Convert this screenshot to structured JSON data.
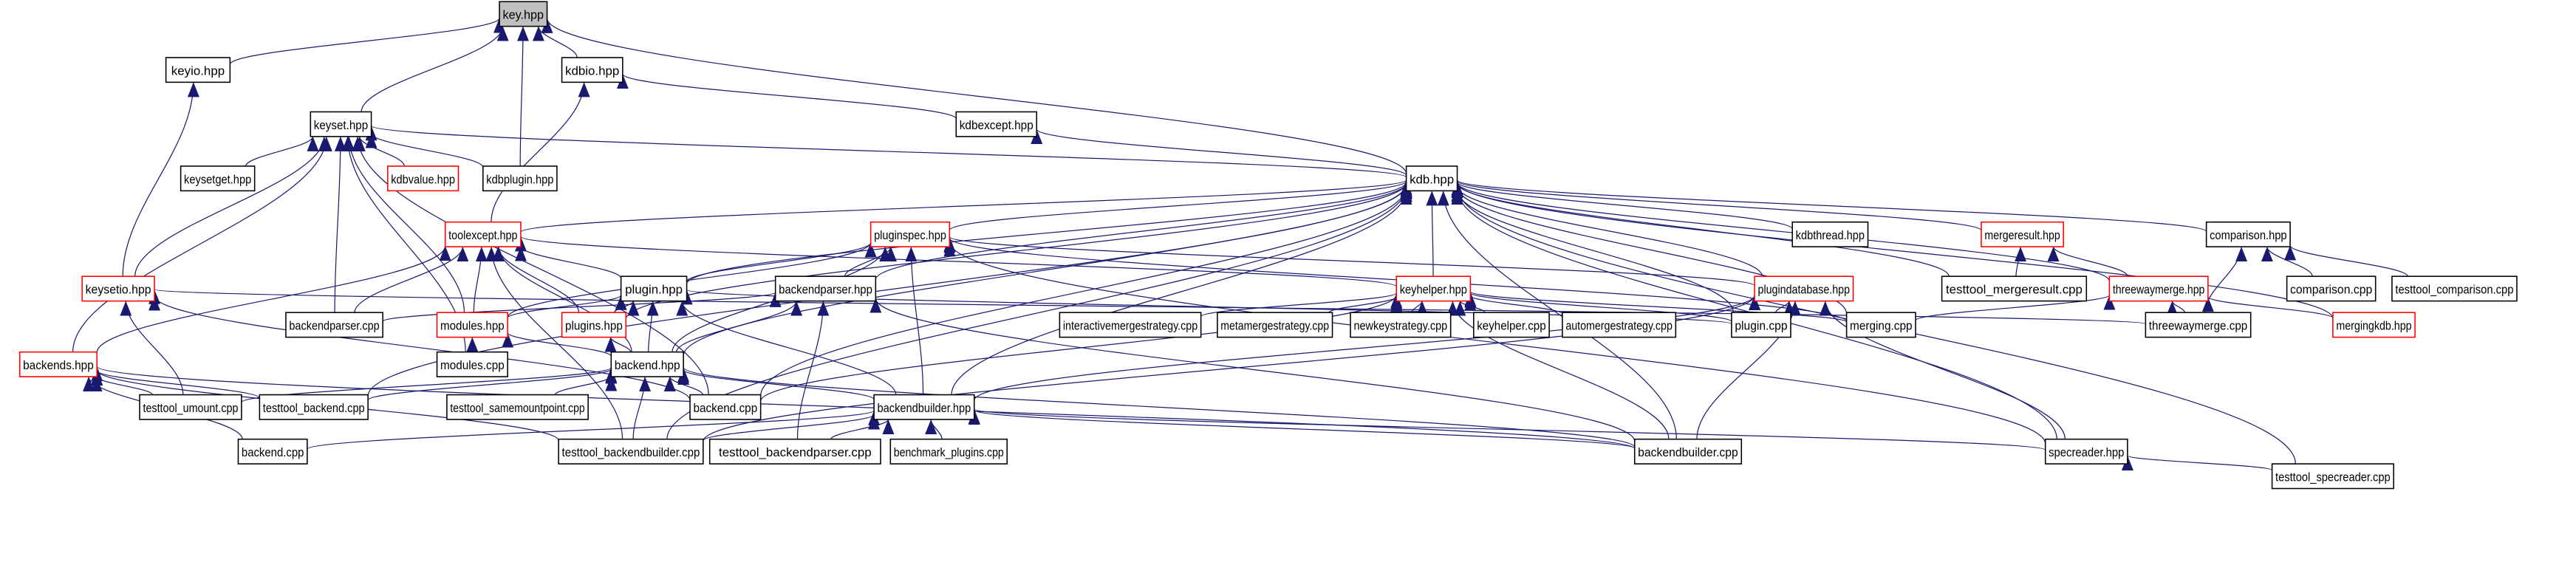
{
  "colors": {
    "edge": "#191970",
    "highlight_border": "#ff0000",
    "root_fill": "#bfbfbf",
    "normal_border": "#000000"
  },
  "nodes": [
    {
      "id": "key_hpp",
      "label": "key.hpp",
      "root": true
    },
    {
      "id": "keyio_hpp",
      "label": "keyio.hpp"
    },
    {
      "id": "kdbio_hpp",
      "label": "kdbio.hpp"
    },
    {
      "id": "keyset_hpp",
      "label": "keyset.hpp"
    },
    {
      "id": "kdbexcept_hpp",
      "label": "kdbexcept.hpp"
    },
    {
      "id": "keysetget_hpp",
      "label": "keysetget.hpp"
    },
    {
      "id": "kdbvalue_hpp",
      "label": "kdbvalue.hpp",
      "highlight": true
    },
    {
      "id": "kdbplugin_hpp",
      "label": "kdbplugin.hpp"
    },
    {
      "id": "kdb_hpp",
      "label": "kdb.hpp"
    },
    {
      "id": "toolexcept_hpp",
      "label": "toolexcept.hpp",
      "highlight": true
    },
    {
      "id": "pluginspec_hpp",
      "label": "pluginspec.hpp",
      "highlight": true
    },
    {
      "id": "kdbthread_hpp",
      "label": "kdbthread.hpp"
    },
    {
      "id": "mergeresult_hpp",
      "label": "mergeresult.hpp",
      "highlight": true
    },
    {
      "id": "comparison_hpp",
      "label": "comparison.hpp"
    },
    {
      "id": "keysetio_hpp",
      "label": "keysetio.hpp",
      "highlight": true
    },
    {
      "id": "plugin_hpp",
      "label": "plugin.hpp"
    },
    {
      "id": "backendparser_hpp",
      "label": "backendparser.hpp"
    },
    {
      "id": "keyhelper_hpp",
      "label": "keyhelper.hpp",
      "highlight": true
    },
    {
      "id": "plugindatabase_hpp",
      "label": "plugindatabase.hpp",
      "highlight": true
    },
    {
      "id": "testtool_mergeresult_cpp",
      "label": "testtool_mergeresult.cpp"
    },
    {
      "id": "threewaymerge_hpp",
      "label": "threewaymerge.hpp",
      "highlight": true
    },
    {
      "id": "comparison_cpp",
      "label": "comparison.cpp"
    },
    {
      "id": "testtool_comparison_cpp",
      "label": "testtool_comparison.cpp"
    },
    {
      "id": "backendparser_cpp",
      "label": "backendparser.cpp"
    },
    {
      "id": "modules_hpp",
      "label": "modules.hpp",
      "highlight": true
    },
    {
      "id": "plugins_hpp",
      "label": "plugins.hpp",
      "highlight": true
    },
    {
      "id": "interactivemergestrategy_cpp",
      "label": "interactivemergestrategy.cpp"
    },
    {
      "id": "metamergestrategy_cpp",
      "label": "metamergestrategy.cpp"
    },
    {
      "id": "newkeystrategy_cpp",
      "label": "newkeystrategy.cpp"
    },
    {
      "id": "keyhelper_cpp",
      "label": "keyhelper.cpp"
    },
    {
      "id": "automergestrategy_cpp",
      "label": "automergestrategy.cpp"
    },
    {
      "id": "plugin_cpp",
      "label": "plugin.cpp"
    },
    {
      "id": "merging_cpp",
      "label": "merging.cpp"
    },
    {
      "id": "threewaymerge_cpp",
      "label": "threewaymerge.cpp"
    },
    {
      "id": "mergingkdb_hpp",
      "label": "mergingkdb.hpp",
      "highlight": true
    },
    {
      "id": "backends_hpp",
      "label": "backends.hpp",
      "highlight": true
    },
    {
      "id": "modules_cpp",
      "label": "modules.cpp"
    },
    {
      "id": "backend_hpp",
      "label": "backend.hpp"
    },
    {
      "id": "testtool_umount_cpp",
      "label": "testtool_umount.cpp"
    },
    {
      "id": "testtool_backend_cpp",
      "label": "testtool_backend.cpp"
    },
    {
      "id": "testtool_samemountpoint_cpp",
      "label": "testtool_samemountpoint.cpp"
    },
    {
      "id": "backend_cpp_b",
      "label": "backend.cpp"
    },
    {
      "id": "backendbuilder_hpp",
      "label": "backendbuilder.hpp"
    },
    {
      "id": "backend_cpp_a",
      "label": "backend.cpp"
    },
    {
      "id": "testtool_backendbuilder_cpp",
      "label": "testtool_backendbuilder.cpp"
    },
    {
      "id": "testtool_backendparser_cpp",
      "label": "testtool_backendparser.cpp"
    },
    {
      "id": "benchmark_plugins_cpp",
      "label": "benchmark_plugins.cpp"
    },
    {
      "id": "backendbuilder_cpp",
      "label": "backendbuilder.cpp"
    },
    {
      "id": "specreader_hpp",
      "label": "specreader.hpp"
    },
    {
      "id": "testtool_specreader_cpp",
      "label": "testtool_specreader.cpp"
    }
  ],
  "edges": [
    [
      "keyio_hpp",
      "key_hpp"
    ],
    [
      "keyset_hpp",
      "key_hpp"
    ],
    [
      "kdbplugin_hpp",
      "key_hpp"
    ],
    [
      "kdbio_hpp",
      "key_hpp"
    ],
    [
      "kdb_hpp",
      "key_hpp"
    ],
    [
      "keysetio_hpp",
      "keyio_hpp"
    ],
    [
      "toolexcept_hpp",
      "kdbio_hpp"
    ],
    [
      "kdbexcept_hpp",
      "kdbio_hpp"
    ],
    [
      "kdb_hpp",
      "kdbexcept_hpp"
    ],
    [
      "keysetget_hpp",
      "keyset_hpp"
    ],
    [
      "kdbvalue_hpp",
      "keyset_hpp"
    ],
    [
      "kdbplugin_hpp",
      "keyset_hpp"
    ],
    [
      "kdb_hpp",
      "keyset_hpp"
    ],
    [
      "keysetio_hpp",
      "keyset_hpp"
    ],
    [
      "backends_hpp",
      "keyset_hpp"
    ],
    [
      "backendparser_cpp",
      "keyset_hpp"
    ],
    [
      "modules_hpp",
      "keyset_hpp"
    ],
    [
      "modules_cpp",
      "keyset_hpp"
    ],
    [
      "backend_cpp_b",
      "keyset_hpp"
    ],
    [
      "toolexcept_hpp",
      "kdb_hpp"
    ],
    [
      "pluginspec_hpp",
      "kdb_hpp"
    ],
    [
      "plugin_hpp",
      "kdb_hpp"
    ],
    [
      "backendparser_hpp",
      "kdb_hpp"
    ],
    [
      "keyhelper_hpp",
      "kdb_hpp"
    ],
    [
      "plugindatabase_hpp",
      "kdb_hpp"
    ],
    [
      "kdbthread_hpp",
      "kdb_hpp"
    ],
    [
      "mergeresult_hpp",
      "kdb_hpp"
    ],
    [
      "testtool_mergeresult_cpp",
      "kdb_hpp"
    ],
    [
      "threewaymerge_hpp",
      "kdb_hpp"
    ],
    [
      "comparison_hpp",
      "kdb_hpp"
    ],
    [
      "mergingkdb_hpp",
      "kdb_hpp"
    ],
    [
      "specreader_hpp",
      "kdb_hpp"
    ],
    [
      "testtool_specreader_cpp",
      "kdb_hpp"
    ],
    [
      "backendbuilder_hpp",
      "kdb_hpp"
    ],
    [
      "plugin_cpp",
      "kdb_hpp"
    ],
    [
      "merging_cpp",
      "kdb_hpp"
    ],
    [
      "backend_hpp",
      "kdb_hpp"
    ],
    [
      "plugins_hpp",
      "kdb_hpp"
    ],
    [
      "backend_cpp_b",
      "kdb_hpp"
    ],
    [
      "testtool_backend_cpp",
      "kdb_hpp"
    ],
    [
      "testtool_backendbuilder_cpp",
      "kdb_hpp"
    ],
    [
      "backendbuilder_cpp",
      "kdb_hpp"
    ],
    [
      "backends_hpp",
      "toolexcept_hpp"
    ],
    [
      "backendparser_cpp",
      "toolexcept_hpp"
    ],
    [
      "modules_hpp",
      "toolexcept_hpp"
    ],
    [
      "plugins_hpp",
      "toolexcept_hpp"
    ],
    [
      "plugin_hpp",
      "toolexcept_hpp"
    ],
    [
      "backend_hpp",
      "toolexcept_hpp"
    ],
    [
      "keyhelper_hpp",
      "toolexcept_hpp"
    ],
    [
      "testtool_backendbuilder_cpp",
      "toolexcept_hpp"
    ],
    [
      "modules_hpp",
      "pluginspec_hpp"
    ],
    [
      "plugin_hpp",
      "pluginspec_hpp"
    ],
    [
      "backendparser_hpp",
      "pluginspec_hpp"
    ],
    [
      "backend_hpp",
      "pluginspec_hpp"
    ],
    [
      "backendbuilder_hpp",
      "pluginspec_hpp"
    ],
    [
      "plugindatabase_hpp",
      "pluginspec_hpp"
    ],
    [
      "specreader_hpp",
      "pluginspec_hpp"
    ],
    [
      "merging_cpp",
      "pluginspec_hpp"
    ],
    [
      "modules_hpp",
      "plugin_hpp"
    ],
    [
      "plugins_hpp",
      "plugin_hpp"
    ],
    [
      "backend_hpp",
      "plugin_hpp"
    ],
    [
      "plugin_cpp",
      "plugin_hpp"
    ],
    [
      "backendbuilder_hpp",
      "plugin_hpp"
    ],
    [
      "backendparser_cpp",
      "backendparser_hpp"
    ],
    [
      "backend_hpp",
      "backendparser_hpp"
    ],
    [
      "testtool_backendparser_cpp",
      "backendparser_hpp"
    ],
    [
      "backendbuilder_cpp",
      "backendparser_hpp"
    ],
    [
      "threewaymerge_cpp",
      "keysetio_hpp"
    ],
    [
      "testtool_umount_cpp",
      "keysetio_hpp"
    ],
    [
      "backend_cpp_b",
      "keysetio_hpp"
    ],
    [
      "testtool_umount_cpp",
      "backends_hpp"
    ],
    [
      "testtool_backend_cpp",
      "backends_hpp"
    ],
    [
      "backend_cpp_a",
      "backends_hpp"
    ],
    [
      "testtool_backendbuilder_cpp",
      "backends_hpp"
    ],
    [
      "backendbuilder_cpp",
      "backends_hpp"
    ],
    [
      "modules_cpp",
      "modules_hpp"
    ],
    [
      "backend_hpp",
      "modules_hpp"
    ],
    [
      "backend_hpp",
      "plugins_hpp"
    ],
    [
      "testtool_umount_cpp",
      "backend_hpp"
    ],
    [
      "testtool_backend_cpp",
      "backend_hpp"
    ],
    [
      "testtool_samemountpoint_cpp",
      "backend_hpp"
    ],
    [
      "backend_cpp_b",
      "backend_hpp"
    ],
    [
      "backendbuilder_hpp",
      "backend_hpp"
    ],
    [
      "testtool_backendbuilder_cpp",
      "backend_hpp"
    ],
    [
      "backendbuilder_cpp",
      "backend_hpp"
    ],
    [
      "backend_cpp_a",
      "backendbuilder_hpp"
    ],
    [
      "testtool_backendbuilder_cpp",
      "backendbuilder_hpp"
    ],
    [
      "testtool_backendparser_cpp",
      "backendbuilder_hpp"
    ],
    [
      "benchmark_plugins_cpp",
      "backendbuilder_hpp"
    ],
    [
      "backendbuilder_cpp",
      "backendbuilder_hpp"
    ],
    [
      "specreader_hpp",
      "backendbuilder_hpp"
    ],
    [
      "interactivemergestrategy_cpp",
      "keyhelper_hpp"
    ],
    [
      "metamergestrategy_cpp",
      "keyhelper_hpp"
    ],
    [
      "newkeystrategy_cpp",
      "keyhelper_hpp"
    ],
    [
      "keyhelper_cpp",
      "keyhelper_hpp"
    ],
    [
      "automergestrategy_cpp",
      "keyhelper_hpp"
    ],
    [
      "plugin_cpp",
      "keyhelper_hpp"
    ],
    [
      "merging_cpp",
      "keyhelper_hpp"
    ],
    [
      "backendbuilder_cpp",
      "keyhelper_hpp"
    ],
    [
      "backend_cpp_b",
      "keyhelper_hpp"
    ],
    [
      "plugin_cpp",
      "plugindatabase_hpp"
    ],
    [
      "backendbuilder_hpp",
      "plugindatabase_hpp"
    ],
    [
      "testtool_backendbuilder_cpp",
      "plugindatabase_hpp"
    ],
    [
      "backendbuilder_cpp",
      "plugindatabase_hpp"
    ],
    [
      "specreader_hpp",
      "plugindatabase_hpp"
    ],
    [
      "testtool_mergeresult_cpp",
      "mergeresult_hpp"
    ],
    [
      "threewaymerge_hpp",
      "mergeresult_hpp"
    ],
    [
      "threewaymerge_cpp",
      "threewaymerge_hpp"
    ],
    [
      "mergingkdb_hpp",
      "threewaymerge_hpp"
    ],
    [
      "merging_cpp",
      "threewaymerge_hpp"
    ],
    [
      "threewaymerge_cpp",
      "comparison_hpp"
    ],
    [
      "comparison_cpp",
      "comparison_hpp"
    ],
    [
      "testtool_comparison_cpp",
      "comparison_hpp"
    ],
    [
      "testtool_specreader_cpp",
      "specreader_hpp"
    ]
  ]
}
